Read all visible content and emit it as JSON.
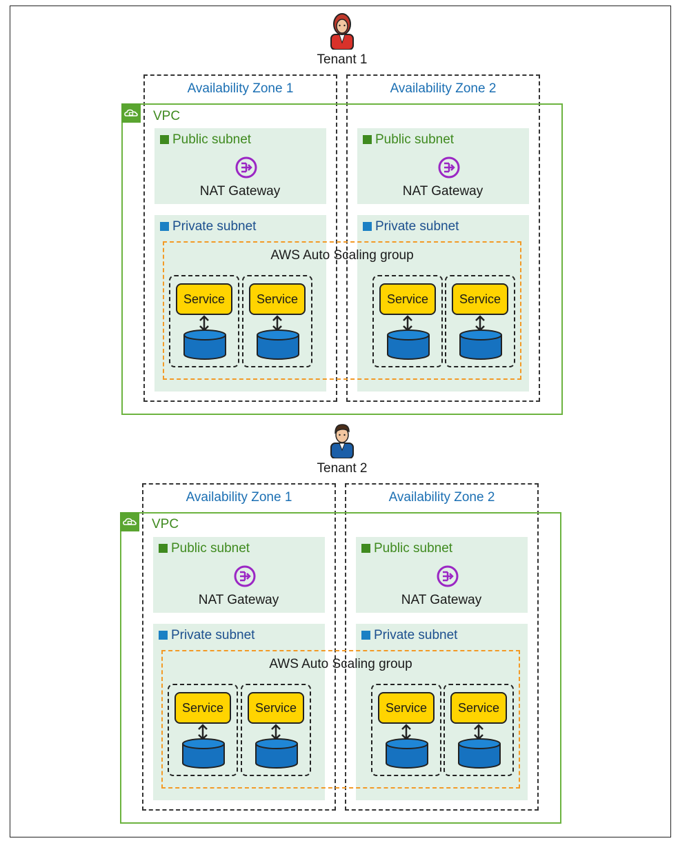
{
  "tenants": [
    {
      "label": "Tenant 1",
      "person_icon": "female-user-icon",
      "zones": [
        "Availability Zone 1",
        "Availability Zone 2"
      ],
      "vpc_label": "VPC",
      "public_subnet_label": "Public subnet",
      "nat_label": "NAT Gateway",
      "private_subnet_label": "Private subnet",
      "asg_label": "AWS Auto Scaling group",
      "service_label": "Service"
    },
    {
      "label": "Tenant 2",
      "person_icon": "male-user-icon",
      "zones": [
        "Availability Zone 1",
        "Availability Zone 2"
      ],
      "vpc_label": "VPC",
      "public_subnet_label": "Public subnet",
      "nat_label": "NAT Gateway",
      "private_subnet_label": "Private subnet",
      "asg_label": "AWS Auto Scaling group",
      "service_label": "Service"
    }
  ],
  "colors": {
    "vpc_border": "#6cb33f",
    "subnet_fill": "#e1f0e6",
    "az_text": "#1b6fb3",
    "asg_border": "#f39a26",
    "service_fill": "#ffd400",
    "database_fill": "#1672c0",
    "nat_icon": "#9b27c4"
  }
}
